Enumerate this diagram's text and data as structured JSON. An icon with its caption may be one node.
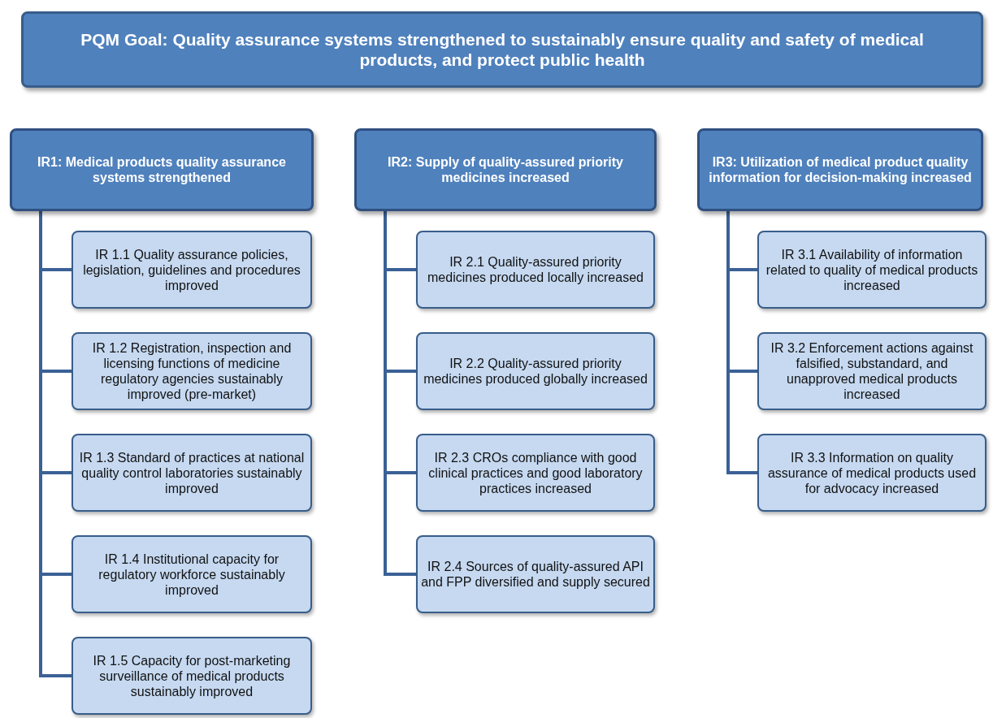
{
  "diagram": {
    "nodes": [
      {
        "text": [
          "PQM Goal: Quality assurance systems strengthened to sustainably ensure quality and safety of medical products, and protect public health"
        ]
      },
      {
        "text": [
          "IR1: Medical products quality assurance systems strengthened"
        ]
      },
      {
        "text": [
          "IR 1.1 Quality assurance policies, legislation, guidelines and procedures improved"
        ]
      },
      {
        "text": [
          "IR 1.2 Registration, inspection and licensing functions of medicine regulatory agencies sustainably improved (pre-market)"
        ]
      },
      {
        "text": [
          "IR 1.3 Standard of practices at national quality control laboratories sustainably improved"
        ]
      },
      {
        "text": [
          "IR 1.4 Institutional capacity for regulatory workforce sustainably improved"
        ]
      },
      {
        "text": [
          "IR 1.5 Capacity for post-marketing surveillance of medical products sustainably improved"
        ]
      },
      {
        "text": [
          "IR2: Supply of quality-assured priority medicines increased"
        ]
      },
      {
        "text": [
          "IR 2.1 Quality-assured priority medicines produced locally increased"
        ]
      },
      {
        "text": [
          "IR 2.2 Quality-assured priority medicines produced globally increased"
        ]
      },
      {
        "text": [
          "IR 2.3 CROs compliance with good clinical practices and good laboratory practices increased"
        ]
      },
      {
        "text": [
          "IR 2.4 Sources of quality-assured API and FPP diversified and supply secured"
        ]
      },
      {
        "text": [
          "IR3: Utilization of medical product quality information for decision-making increased"
        ]
      },
      {
        "text": [
          "IR 3.1 Availability of information related to quality of medical products increased"
        ]
      },
      {
        "text": [
          "IR 3.2 Enforcement actions against falsified, substandard, and unapproved medical products increased"
        ]
      },
      {
        "text": [
          "IR 3.3 Information on quality assurance of medical products used for advocacy increased"
        ]
      }
    ],
    "edges": [
      {
        "from": 1,
        "to": 2,
        "arrow": "none"
      },
      {
        "from": 1,
        "to": 3,
        "arrow": "none"
      },
      {
        "from": 1,
        "to": 4,
        "arrow": "none"
      },
      {
        "from": 1,
        "to": 5,
        "arrow": "none"
      },
      {
        "from": 1,
        "to": 6,
        "arrow": "none"
      },
      {
        "from": 7,
        "to": 8,
        "arrow": "none"
      },
      {
        "from": 7,
        "to": 9,
        "arrow": "none"
      },
      {
        "from": 7,
        "to": 10,
        "arrow": "none"
      },
      {
        "from": 7,
        "to": 11,
        "arrow": "none"
      },
      {
        "from": 12,
        "to": 13,
        "arrow": "none"
      },
      {
        "from": 12,
        "to": 14,
        "arrow": "none"
      },
      {
        "from": 12,
        "to": 15,
        "arrow": "none"
      }
    ]
  }
}
